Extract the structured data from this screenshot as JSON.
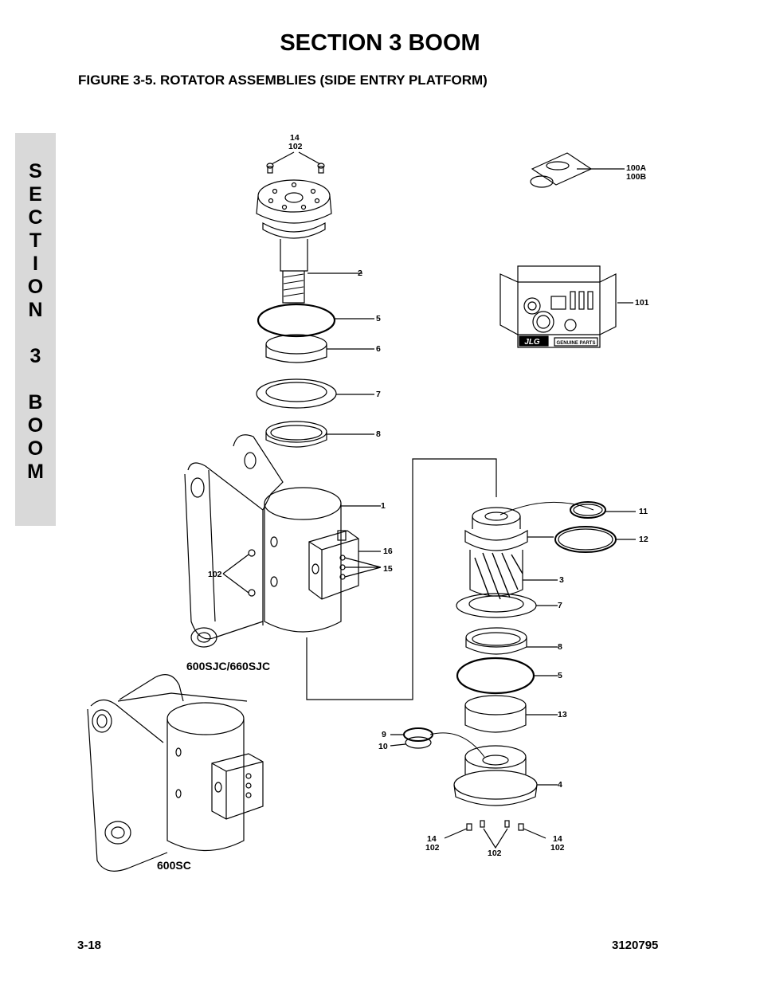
{
  "header": {
    "section_title": "SECTION 3  BOOM",
    "figure_title": "FIGURE 3-5.    ROTATOR ASSEMBLIES (SIDE ENTRY PLATFORM)"
  },
  "side_tab": {
    "letters": [
      "S",
      "E",
      "C",
      "T",
      "I",
      "O",
      "N",
      "",
      "3",
      "",
      "B",
      "O",
      "O",
      "M"
    ]
  },
  "footer": {
    "page_number": "3-18",
    "doc_number": "3120795"
  },
  "models": {
    "upper": "600SJC/660SJC",
    "lower": "600SC"
  },
  "kit": {
    "logo_text": "JLG",
    "box_text": "GENUINE PARTS"
  },
  "callouts": {
    "c14_top": "14",
    "c102_top": "102",
    "c100a": "100A",
    "c100b": "100B",
    "c101": "101",
    "c2": "2",
    "c5a": "5",
    "c6": "6",
    "c7a": "7",
    "c8a": "8",
    "c1": "1",
    "c16": "16",
    "c15": "15",
    "c102_left": "102",
    "c11": "11",
    "c12": "12",
    "c3": "3",
    "c7b": "7",
    "c8b": "8",
    "c5b": "5",
    "c13": "13",
    "c9": "9",
    "c10": "10",
    "c4": "4",
    "c14_bl": "14",
    "c102_bl": "102",
    "c102_bm": "102",
    "c14_br": "14",
    "c102_br": "102"
  }
}
